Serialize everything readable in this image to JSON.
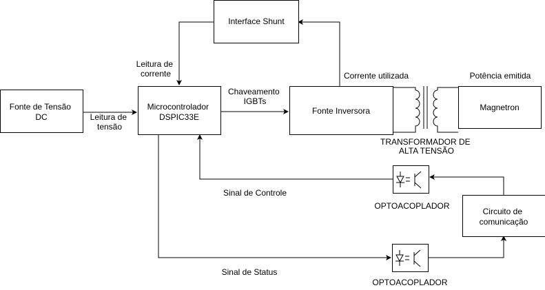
{
  "blocks": {
    "fonte_dc": [
      "Fonte de Tensão",
      "DC"
    ],
    "microcontrolador": [
      "Microcontrolador",
      "DSPIC33E"
    ],
    "interface_shunt": [
      "Interface Shunt"
    ],
    "fonte_inversora": [
      "Fonte Inversora"
    ],
    "magnetron": [
      "Magnetron"
    ],
    "circuito_comunicacao": [
      "Circuito de",
      "comunicação"
    ]
  },
  "labels": {
    "leitura_tensao": [
      "Leitura de",
      "tensão"
    ],
    "leitura_corrente": [
      "Leitura de",
      "corrente"
    ],
    "chaveamento": [
      "Chaveamento",
      "IGBTs"
    ],
    "corrente_utilizada": [
      "Corrente utilizada"
    ],
    "potencia_emitida": [
      "Potência emitida"
    ],
    "transformador": [
      "TRANSFORMADOR DE",
      "ALTA TENSÃO"
    ],
    "sinal_controle": [
      "Sinal de Controle"
    ],
    "sinal_status": [
      "Sinal de Status"
    ],
    "opto_top": [
      "OPTOACOPLADOR"
    ],
    "opto_bottom": [
      "OPTOACOPLADOR"
    ]
  }
}
